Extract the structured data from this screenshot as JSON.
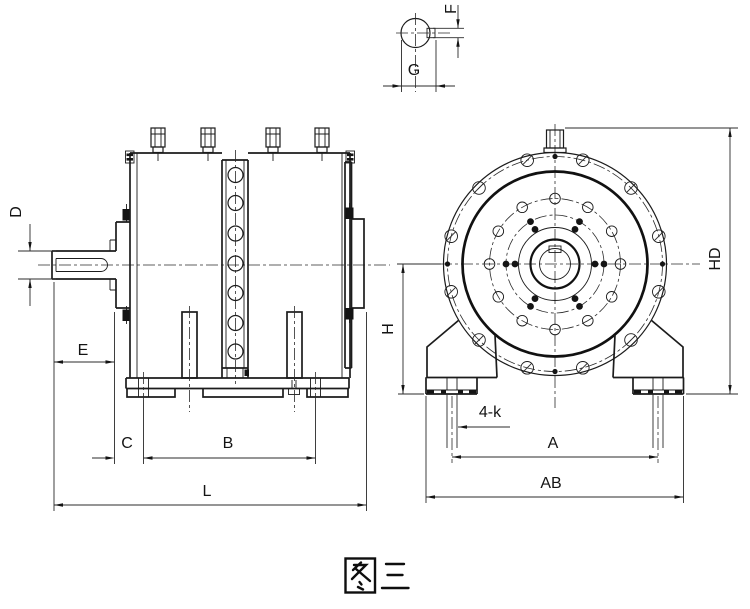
{
  "figure": {
    "caption": "图三",
    "description_visible": "two-view technical drawing of a planetary gear reducer with shaft key detail"
  },
  "colors": {
    "line": "#1c1c1c",
    "background": "#ffffff"
  },
  "dims": {
    "d": "D",
    "e": "E",
    "c": "C",
    "b": "B",
    "l": "L",
    "f": "F",
    "g": "G",
    "h": "H",
    "hd": "HD",
    "four_k": "4-k",
    "a": "A",
    "ab": "AB"
  }
}
